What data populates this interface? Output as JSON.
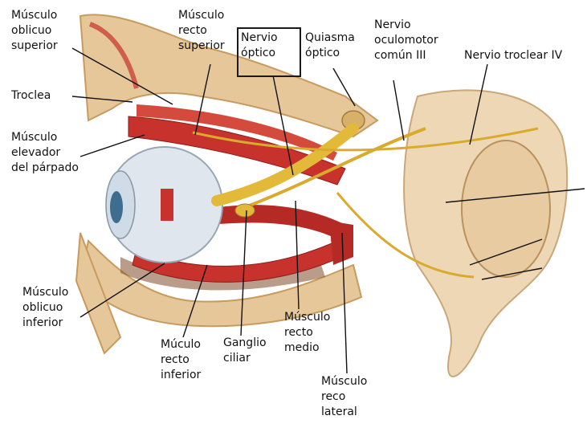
{
  "labels": {
    "oblicuo_superior": [
      "Músculo",
      "oblicuo",
      "superior"
    ],
    "recto_superior": [
      "Músculo",
      "recto",
      "superior"
    ],
    "nervio_optico": [
      "Nervio",
      "óptico"
    ],
    "quiasma": [
      "Quiasma",
      "óptico"
    ],
    "oculomotor": [
      "Nervio",
      "oculomotor",
      "común III"
    ],
    "troclear": [
      "Nervio troclear IV"
    ],
    "troclea": [
      "Troclea"
    ],
    "elevador": [
      "Músculo",
      "elevador",
      "del  párpado"
    ],
    "oblicuo_inferior": [
      "Músculo",
      "oblicuo",
      "inferior"
    ],
    "recto_inferior": [
      "Múculo",
      "recto",
      "inferior"
    ],
    "ganglio": [
      "Ganglio",
      "ciliar"
    ],
    "recto_medio": [
      "Músculo",
      "recto",
      "medio"
    ],
    "reco_lateral": [
      "Músculo",
      "reco",
      "lateral"
    ]
  },
  "colors": {
    "bone": "#e6c79a",
    "bone_dark": "#c99a5e",
    "brain": "#eed7b4",
    "muscle": "#c8322c",
    "nerve": "#e3b93a",
    "eye": "#dfe6ee",
    "iris": "#3f6d8f",
    "leader": "#111111"
  }
}
